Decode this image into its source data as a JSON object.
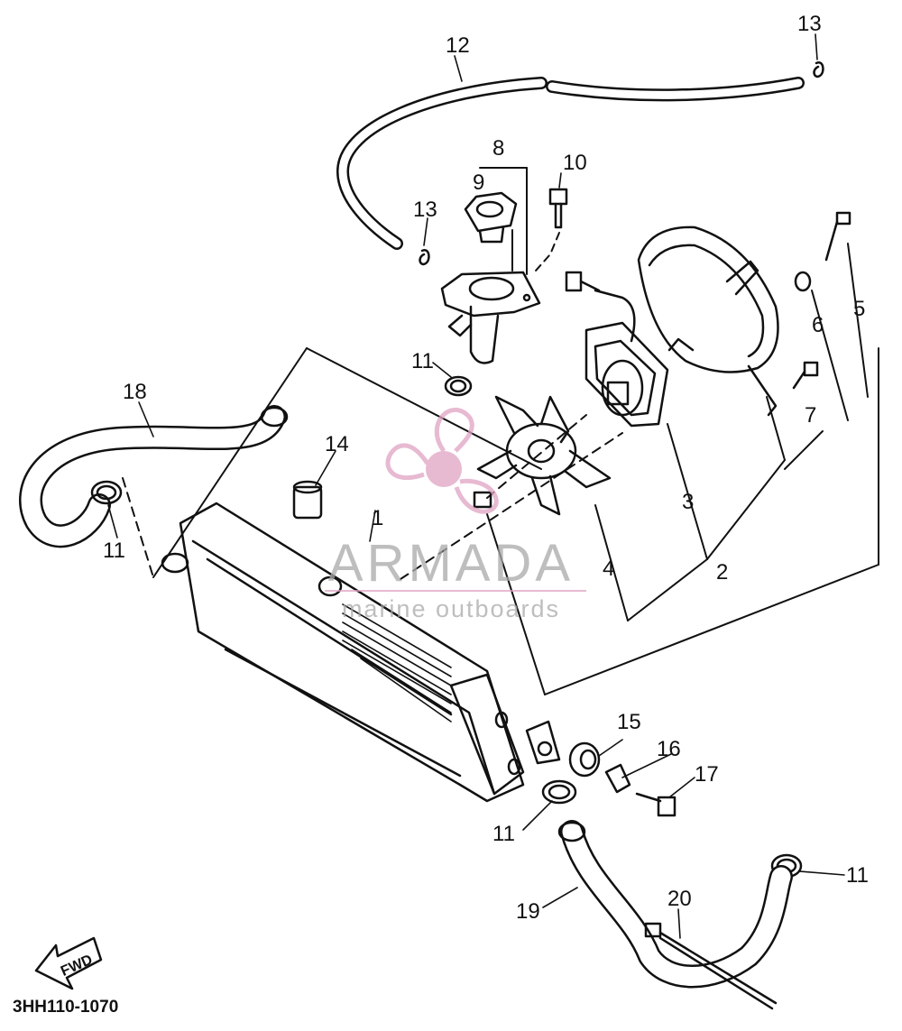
{
  "diagram_code": "3HH110-1070",
  "fwd_label": "FWD",
  "watermark": {
    "brand": "ARMADA",
    "tagline": "marine outboards",
    "brand_color": "#e0a3c4"
  },
  "callouts": [
    "12",
    "13",
    "8",
    "9",
    "10",
    "13",
    "11",
    "18",
    "14",
    "1",
    "5",
    "6",
    "7",
    "3",
    "2",
    "4",
    "11",
    "15",
    "16",
    "17",
    "11",
    "19",
    "20",
    "11"
  ]
}
